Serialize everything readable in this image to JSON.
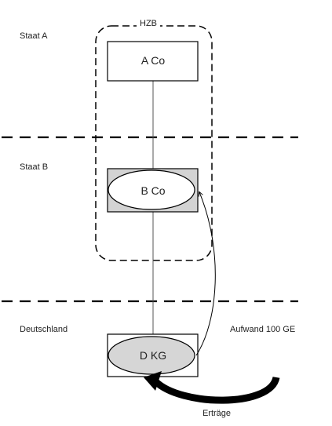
{
  "diagram": {
    "group_label": "HZB",
    "states": {
      "state_a": "Staat A",
      "state_b": "Staat B",
      "germany": "Deutschland"
    },
    "entities": {
      "a_co": "A Co",
      "b_co": "B Co",
      "d_kg": "D KG"
    },
    "flows": {
      "expense": "Aufwand 100 GE",
      "income": "Erträge"
    },
    "colors": {
      "line": "#000000",
      "box_fill_gray": "#d3d3d3",
      "ellipse_fill_gray": "#d6d6d6",
      "white": "#ffffff"
    }
  }
}
